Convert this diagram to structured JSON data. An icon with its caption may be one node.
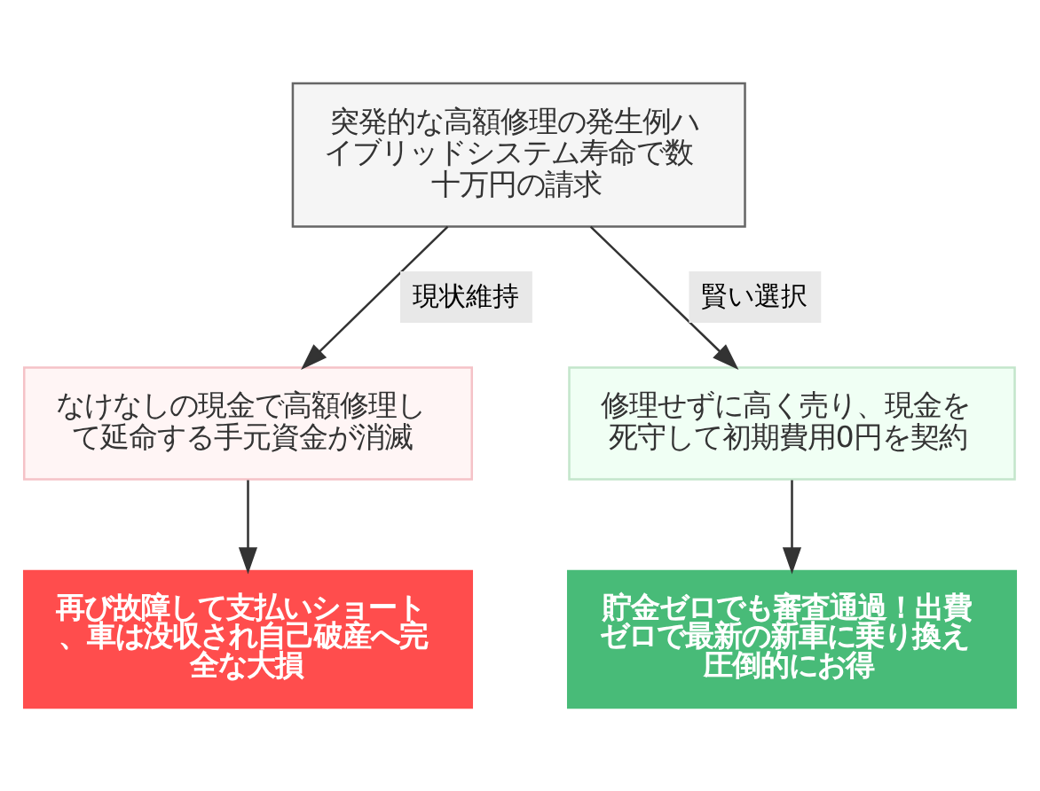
{
  "diagram": {
    "nodes": [
      {
        "text": [
          "突発的な高額修理の発生例ハイブリッドシステム寿命で数十万円の請求"
        ]
      },
      {
        "text": [
          "なけなしの現金で高額修理して延命する手元資金が消滅"
        ]
      },
      {
        "text": [
          "修理せずに高く売り、現金を死守して初期費用0円を契約"
        ]
      },
      {
        "text": [
          "再び故障して支払いショート、車は没収され自己破産へ完全な大損"
        ]
      },
      {
        "text": [
          "貯金ゼロでも審査通過！出費ゼロで最新の新車に乗り換え圧倒的にお得"
        ]
      }
    ],
    "edges": [
      {
        "from": 0,
        "to": 1,
        "arrow": "to",
        "label": "現状維持"
      },
      {
        "from": 0,
        "to": 2,
        "arrow": "to",
        "label": "賢い選択"
      },
      {
        "from": 1,
        "to": 3,
        "arrow": "to"
      },
      {
        "from": 2,
        "to": 4,
        "arrow": "to"
      }
    ]
  }
}
